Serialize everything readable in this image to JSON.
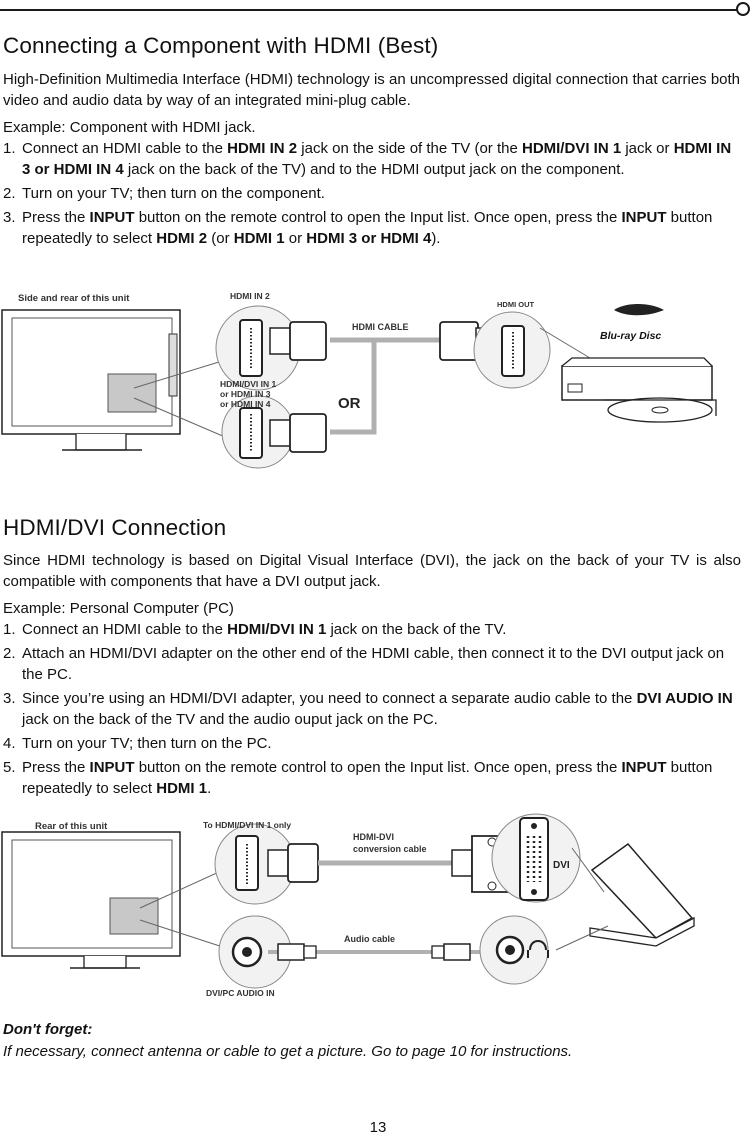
{
  "section1": {
    "title": "Connecting a Component with HDMI (Best)",
    "intro": "High-Definition Multimedia Interface (HDMI) technology is an uncompressed digital connection that carries both video and audio data by way of an integrated mini-plug cable.",
    "example": "Example: Component with HDMI jack.",
    "steps": [
      {
        "num": "1.",
        "parts": [
          "Connect an HDMI cable to the ",
          "HDMI IN 2",
          " jack on the side of the TV (or the ",
          "HDMI/DVI IN 1",
          " jack or ",
          "HDMI IN 3 or  HDMI IN 4",
          " jack on the back of the TV) and to the HDMI output jack on the component."
        ]
      },
      {
        "num": "2.",
        "parts": [
          "Turn on your TV; then turn on the component."
        ]
      },
      {
        "num": "3.",
        "parts": [
          "Press the ",
          "INPUT",
          " button on the remote control to open the Input list. Once open, press the ",
          "INPUT",
          " button repeatedly to select ",
          "HDMI 2",
          " (or ",
          "HDMI 1",
          " or ",
          "HDMI 3 or HDMI 4",
          ")."
        ]
      }
    ],
    "diagram": {
      "tv_label": "Side and rear of this unit",
      "jack_top_label": "HDMI IN 2",
      "jack_bottom_label_1": "HDMI/DVI IN 1",
      "jack_bottom_label_2": "or HDMI IN 3",
      "jack_bottom_label_3": "or HDMI IN 4",
      "cable_label": "HDMI CABLE",
      "or_label": "OR",
      "out_label": "HDMI OUT",
      "logo_text": "Blu-ray Disc"
    }
  },
  "section2": {
    "title": "HDMI/DVI Connection",
    "intro": "Since HDMI technology is based on Digital Visual Interface (DVI), the jack on the back of your TV is also compatible with components that have a DVI output jack.",
    "example": "Example: Personal Computer (PC)",
    "steps": [
      {
        "num": "1.",
        "parts": [
          "Connect an HDMI cable to the ",
          "HDMI/DVI IN 1",
          " jack on the back of the TV."
        ]
      },
      {
        "num": "2.",
        "parts": [
          "Attach an HDMI/DVI adapter on the other end of the HDMI cable, then connect it to the DVI output jack on the PC."
        ]
      },
      {
        "num": "3.",
        "parts": [
          "Since you’re using an HDMI/DVI adapter, you need to connect a separate audio cable to the ",
          "DVI AUDIO IN",
          " jack on the back of the TV and the audio ouput jack on the PC."
        ]
      },
      {
        "num": "4.",
        "parts": [
          "Turn on your TV; then turn on the PC."
        ]
      },
      {
        "num": "5.",
        "parts": [
          "Press the ",
          "INPUT",
          " button on the remote control to open the Input list. Once open, press the ",
          "INPUT",
          " button repeatedly to select ",
          "HDMI 1",
          "."
        ]
      }
    ],
    "diagram": {
      "tv_label": "Rear of this unit",
      "jack_top_label": "To HDMI/DVI IN 1 only",
      "adapter_label_1": "HDMI-DVI",
      "adapter_label_2": "conversion cable",
      "dvi_label": "DVI",
      "audio_label": "Audio cable",
      "audio_jack_label": "DVI/PC AUDIO IN"
    }
  },
  "footer": {
    "dont_forget_heading": "Don't forget:",
    "dont_forget_text": "If necessary, connect antenna or cable to get a picture. Go to page 10 for instructions.",
    "page_number": "13"
  }
}
